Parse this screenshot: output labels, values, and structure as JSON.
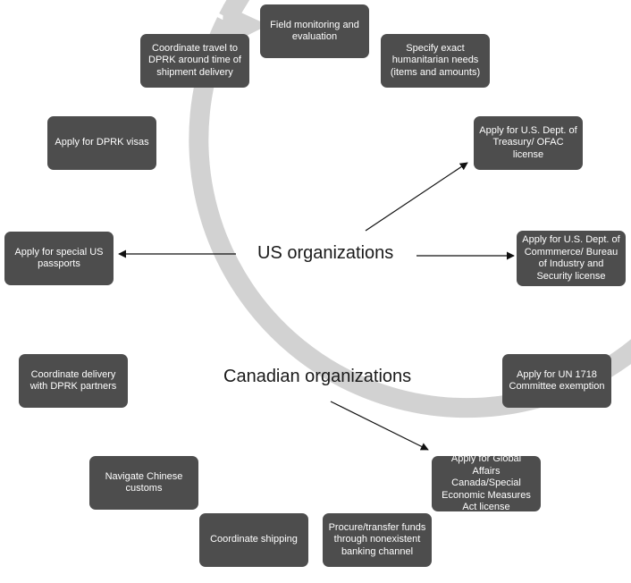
{
  "colors": {
    "box_fill": "#4d4d4d",
    "box_text": "#ffffff",
    "ring": "#d2d2d2",
    "connector": "#111111"
  },
  "steps": [
    {
      "id": "field-monitoring",
      "label": "Field monitoring and evaluation"
    },
    {
      "id": "specify-needs",
      "label": "Specify exact humanitarian needs (items and amounts)"
    },
    {
      "id": "treasury-ofac",
      "label": "Apply for U.S. Dept. of Treasury/ OFAC  license"
    },
    {
      "id": "commerce-bis",
      "label": "Apply for U.S. Dept. of Commmerce/ Bureau of Industry and Security license"
    },
    {
      "id": "un-1718",
      "label": "Apply for UN 1718 Committee exemption"
    },
    {
      "id": "global-affairs",
      "label": "Apply for Global Affairs Canada/Special Economic Measures Act license"
    },
    {
      "id": "procure-funds",
      "label": "Procure/transfer funds through nonexistent banking channel"
    },
    {
      "id": "coordinate-shipping",
      "label": "Coordinate shipping"
    },
    {
      "id": "chinese-customs",
      "label": "Navigate Chinese customs"
    },
    {
      "id": "coordinate-delivery",
      "label": "Coordinate delivery with DPRK partners"
    },
    {
      "id": "special-passports",
      "label": "Apply for special US passports"
    },
    {
      "id": "dprk-visas",
      "label": "Apply for DPRK visas"
    },
    {
      "id": "coordinate-travel",
      "label": "Coordinate travel to DPRK around time of shipment delivery"
    }
  ],
  "groups": {
    "us": "US organizations",
    "canada": "Canadian organizations"
  }
}
